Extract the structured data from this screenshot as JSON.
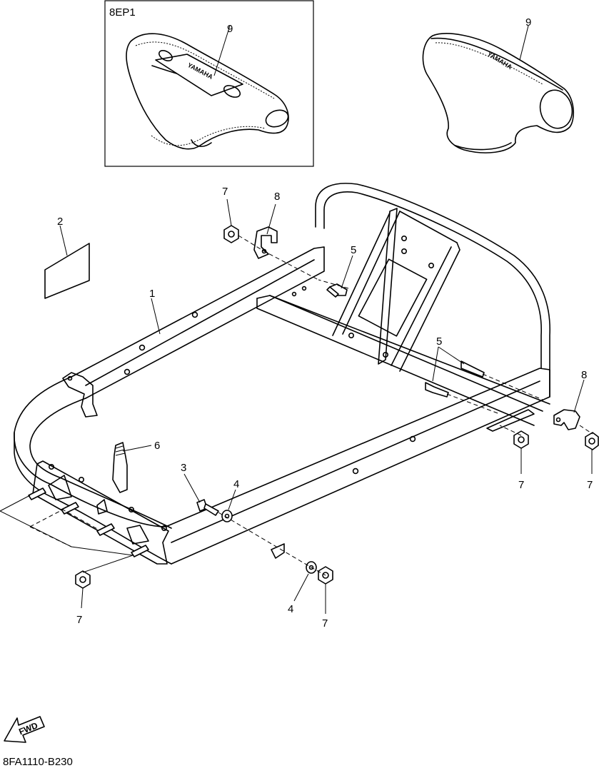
{
  "inset": {
    "label": "8EP1"
  },
  "diagram_code": "8FA1110-B230",
  "fwd_label": "FWD",
  "brand_text": "YAMAHA",
  "callouts": {
    "c9a": "9",
    "c9b": "9",
    "c7a": "7",
    "c8a": "8",
    "c2": "2",
    "c5a": "5",
    "c1": "1",
    "c5b": "5",
    "c8b": "8",
    "c6": "6",
    "c3": "3",
    "c4a": "4",
    "c7b": "7",
    "c7c": "7",
    "c7d": "7",
    "c4b": "4",
    "c7e": "7"
  }
}
